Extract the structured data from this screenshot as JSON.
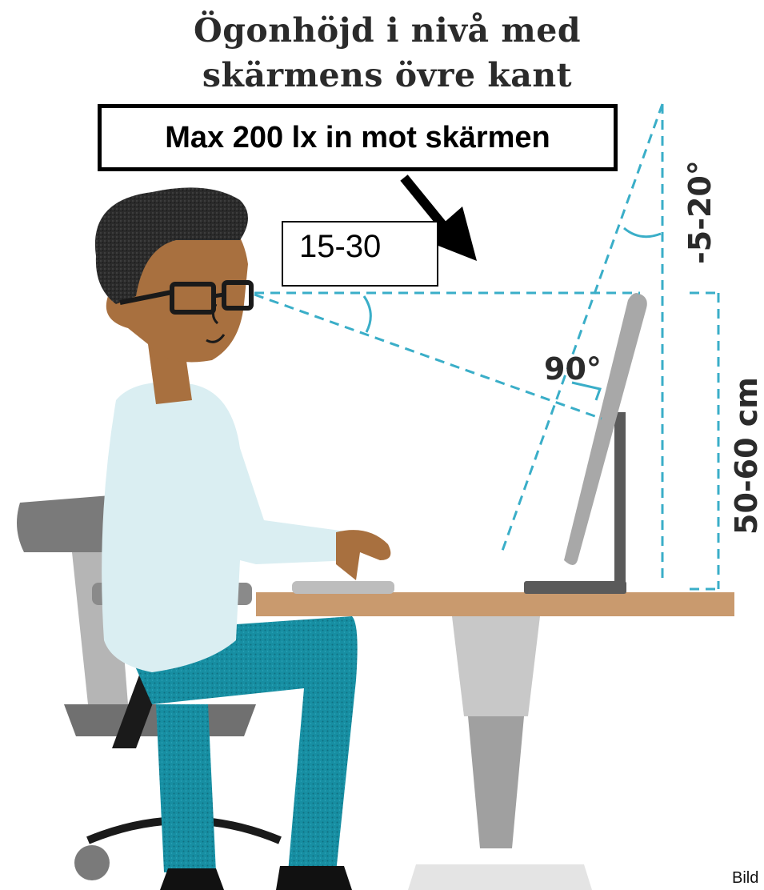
{
  "title": {
    "line1": "Ögonhöjd i nivå med",
    "line2": "skärmens övre kant"
  },
  "callouts": {
    "light_limit": "Max 200 lx in mot skärmen",
    "gaze_angle": "15-30"
  },
  "labels": {
    "right_angle": "90°",
    "screen_tilt": "-5-20°",
    "viewing_distance": "50-60 cm"
  },
  "credit": "Bild",
  "colors": {
    "guide_lines": "#3aaec8",
    "desk_top": "#c99a6e",
    "trousers": "#1a8fa3",
    "shirt": "#daeef2",
    "skin": "#a8703f",
    "hair": "#2a2a2a",
    "chair": "#7a7a7a",
    "monitor": "#a8a8a8"
  }
}
